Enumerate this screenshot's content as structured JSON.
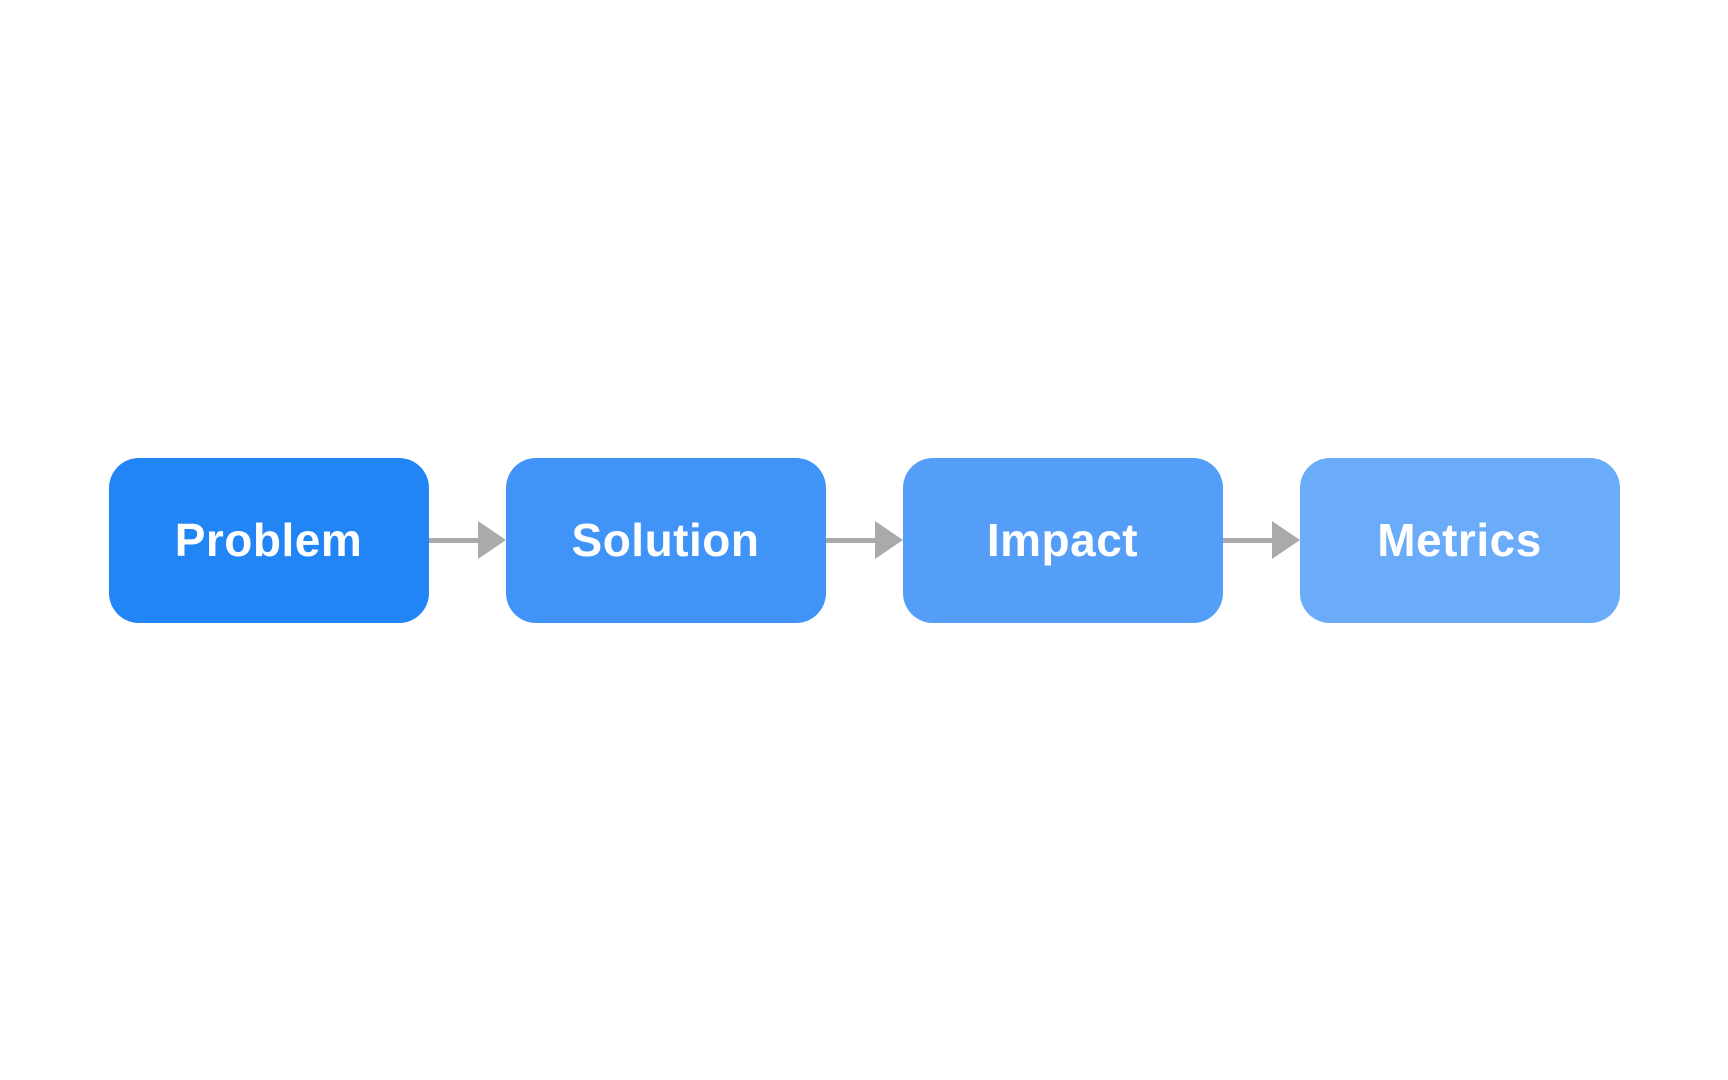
{
  "diagram": {
    "background_color": "#ffffff",
    "arrow_color": "#a9aaac",
    "text_color": "#ffffff",
    "nodes": [
      {
        "label": "Problem",
        "color": "#2285f6"
      },
      {
        "label": "Solution",
        "color": "#4093f7"
      },
      {
        "label": "Impact",
        "color": "#549ef8"
      },
      {
        "label": "Metrics",
        "color": "#6aabfa"
      }
    ],
    "connections": [
      {
        "from": "Problem",
        "to": "Solution"
      },
      {
        "from": "Solution",
        "to": "Impact"
      },
      {
        "from": "Impact",
        "to": "Metrics"
      }
    ]
  }
}
